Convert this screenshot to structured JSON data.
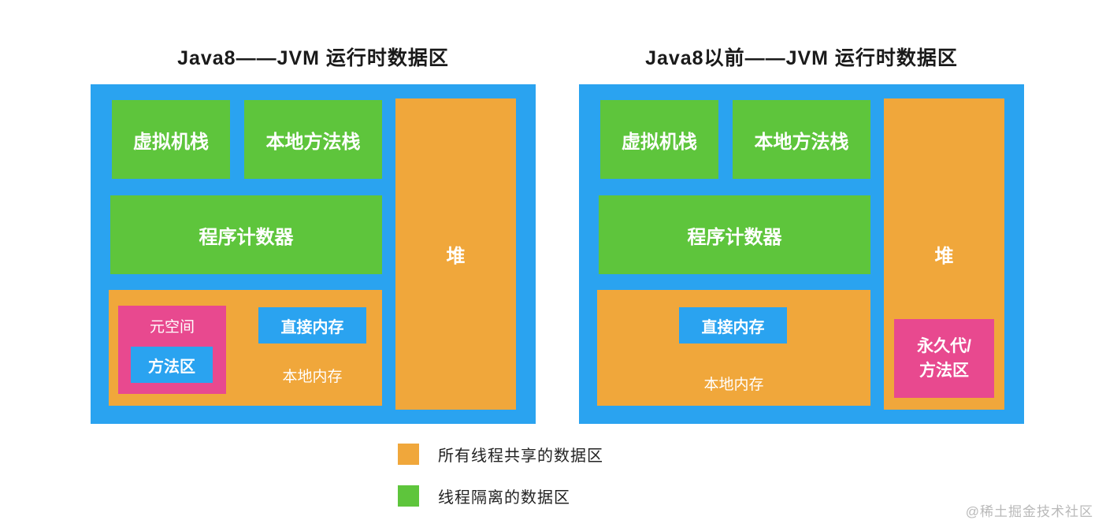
{
  "left_panel": {
    "title": "Java8——JVM 运行时数据区",
    "vm_stack": "虚拟机栈",
    "native_method_stack": "本地方法栈",
    "program_counter": "程序计数器",
    "metaspace": "元空间",
    "method_area": "方法区",
    "direct_memory": "直接内存",
    "native_memory": "本地内存",
    "heap": "堆"
  },
  "right_panel": {
    "title": "Java8以前——JVM 运行时数据区",
    "vm_stack": "虚拟机栈",
    "native_method_stack": "本地方法栈",
    "program_counter": "程序计数器",
    "direct_memory": "直接内存",
    "native_memory": "本地内存",
    "heap": "堆",
    "permgen_line1": "永久代/",
    "permgen_line2": "方法区"
  },
  "legend": {
    "shared_label": "所有线程共享的数据区",
    "isolated_label": "线程隔离的数据区"
  },
  "watermark": "@稀土掘金技术社区",
  "colors": {
    "blue": "#2aa3f0",
    "green": "#5ec53c",
    "orange": "#f0a73b",
    "pink": "#e8498f"
  }
}
